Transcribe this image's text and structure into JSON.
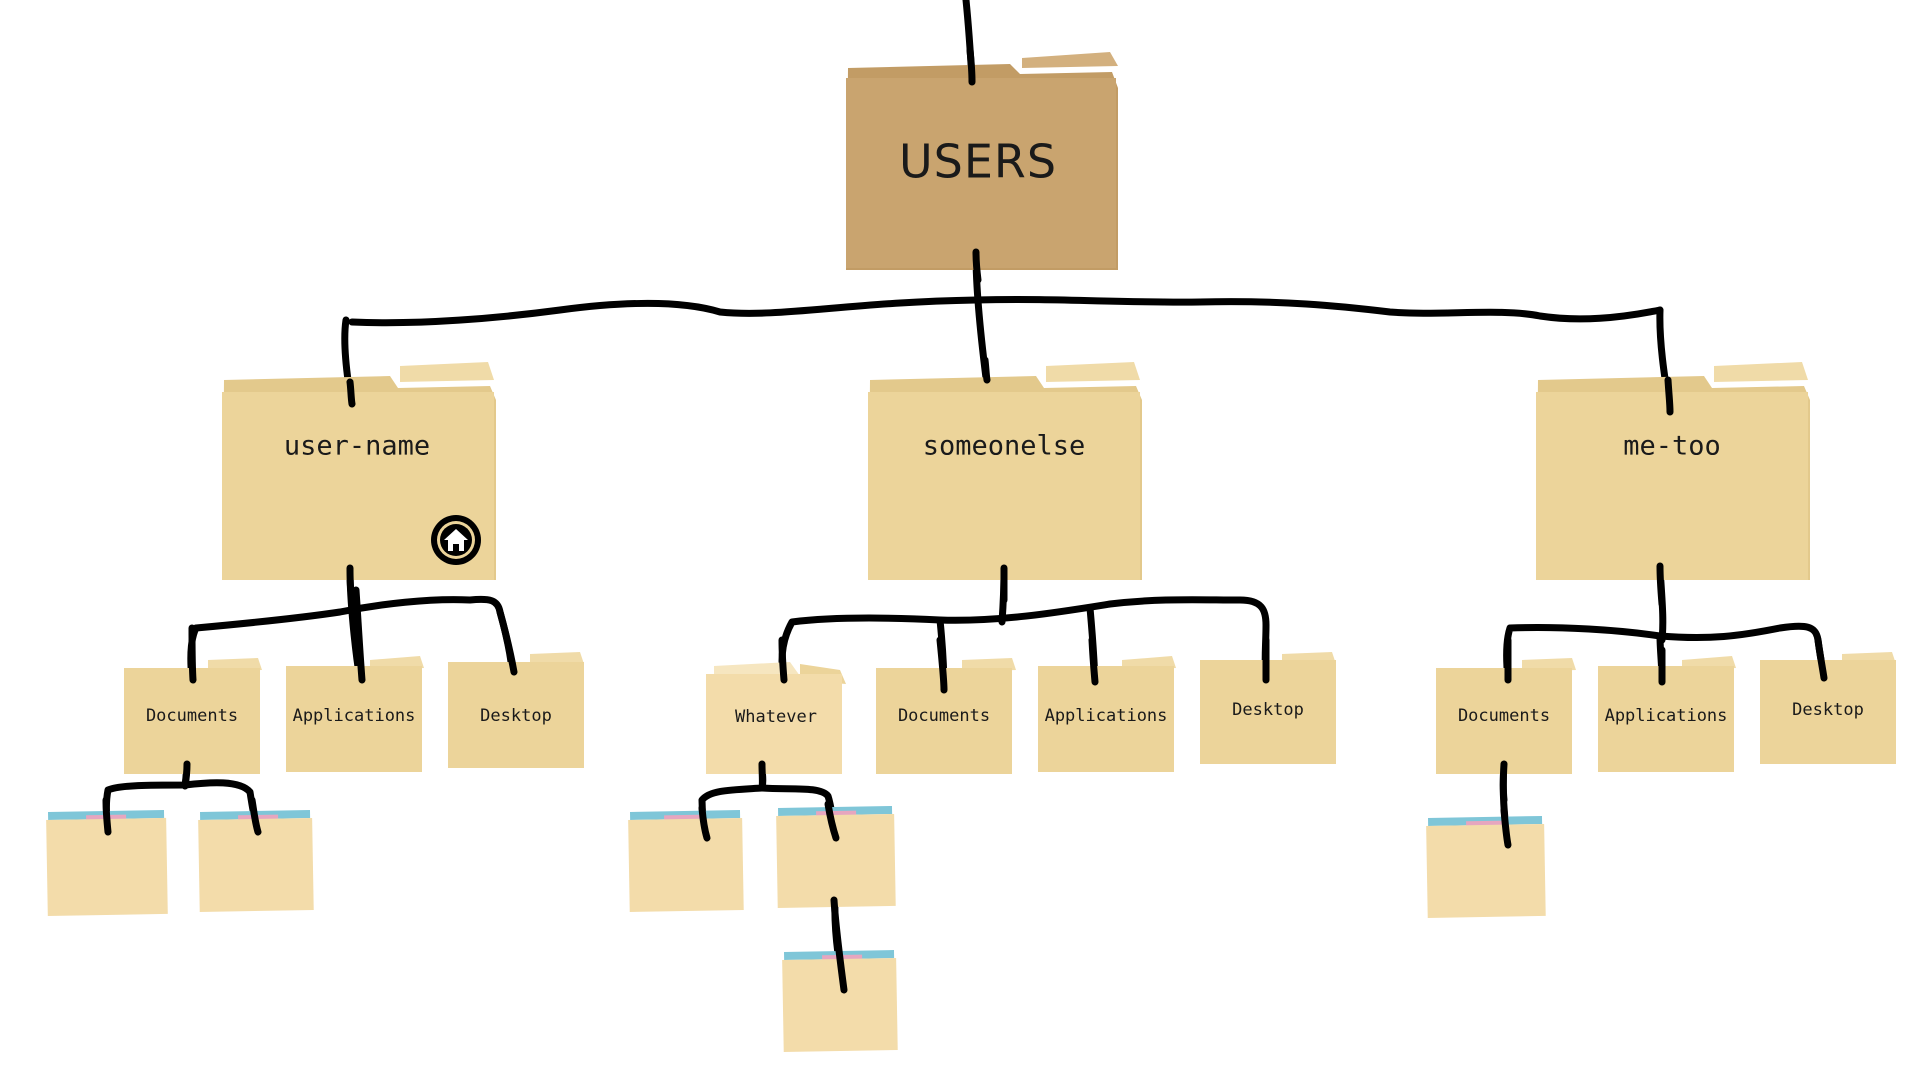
{
  "colors": {
    "root_folder": "#c9a46f",
    "root_folder_tab": "#d3b07e",
    "folder": "#ecd49a",
    "folder_tab": "#f0dba8",
    "folder_edge": "#d8bd7c",
    "leaf_folder": "#f3dcaa",
    "leaf_paper_blue": "#7fc6d8",
    "leaf_paper_pink": "#e6a6bf",
    "connector": "#000000",
    "home_badge": "#000000"
  },
  "tree": {
    "root": {
      "label": "USERS"
    },
    "users": [
      {
        "label": "user-name",
        "badge": "home-icon",
        "children": [
          {
            "label": "Documents"
          },
          {
            "label": "Applications"
          },
          {
            "label": "Desktop"
          }
        ]
      },
      {
        "label": "someonelse",
        "children": [
          {
            "label": "Whatever"
          },
          {
            "label": "Documents"
          },
          {
            "label": "Applications"
          },
          {
            "label": "Desktop"
          }
        ]
      },
      {
        "label": "me-too",
        "children": [
          {
            "label": "Documents"
          },
          {
            "label": "Applications"
          },
          {
            "label": "Desktop"
          }
        ]
      }
    ]
  }
}
